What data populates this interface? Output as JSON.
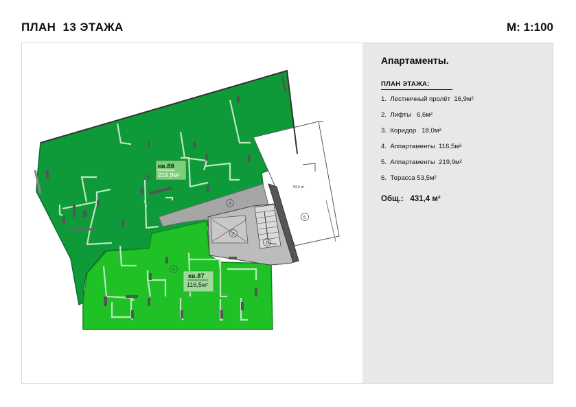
{
  "header": {
    "title": "ПЛАН  13 ЭТАЖА",
    "scale": "М: 1:100"
  },
  "panel": {
    "title": "Апартаменты.",
    "section_label": "ПЛАН ЭТАЖА:",
    "legend": [
      "1.  Лестничный пролёт  16,9м²",
      "2.  Лифты   6,6м²",
      "3.  Коридор   18,0м²",
      "4.  Аппартаменты  116,5м²",
      "5.  Аппартаменты  219,9м²",
      "6.  Терасса 53,5м²"
    ],
    "total": "Общ.:   431,4 м²"
  },
  "plan": {
    "apt88": {
      "name": "кв.88",
      "area": "219,9м²"
    },
    "apt87": {
      "name": "кв.87",
      "area": "116,5м²"
    },
    "terrace_area": "53.5 м²",
    "markers": [
      "1",
      "2",
      "3",
      "4",
      "5",
      "6"
    ]
  },
  "colors": {
    "apt88_fill": "#0f9a3a",
    "apt87_fill": "#1fc127",
    "corridor_fill": "#a6a6a6",
    "label_fill": "#9fdc9a",
    "panel_bg": "#e8e8e8"
  }
}
